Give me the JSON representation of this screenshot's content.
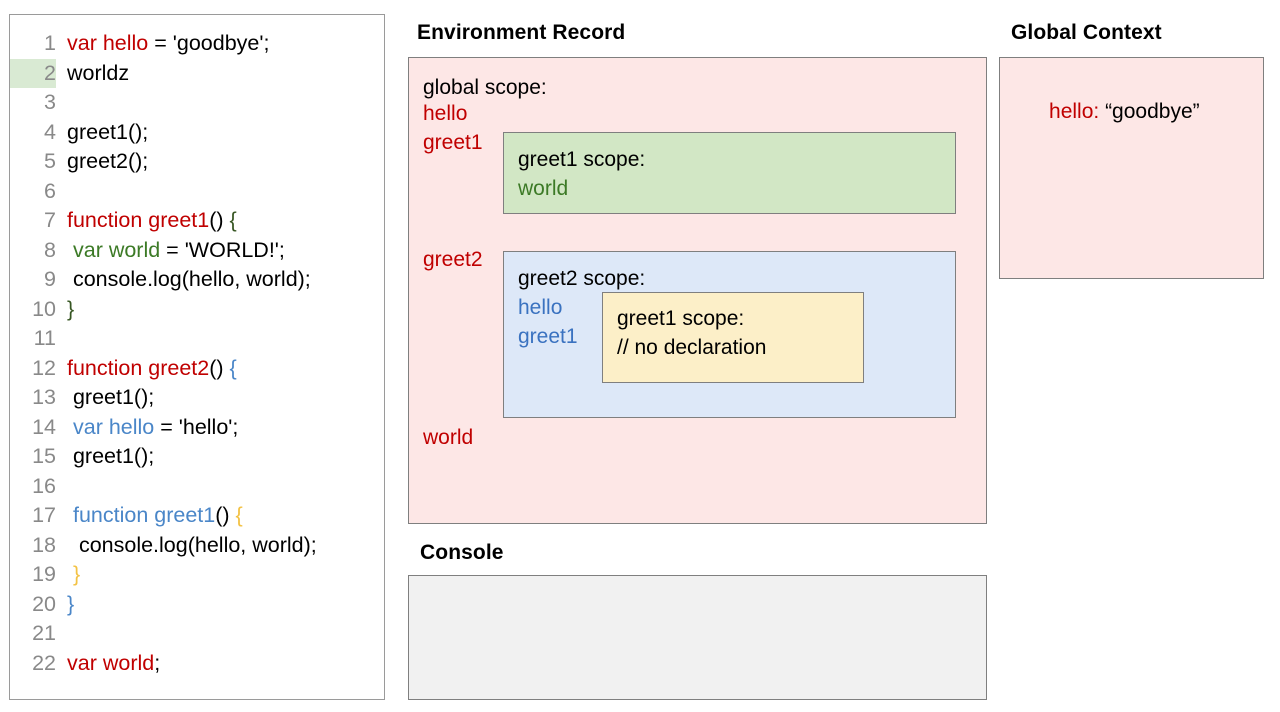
{
  "code_panel": {
    "name": "javascript-source-code",
    "highlighted_line": 2,
    "lines": [
      {
        "num": "1",
        "tokens": [
          {
            "t": "var hello",
            "c": "red"
          },
          {
            "t": " = 'goodbye';",
            "c": "black"
          }
        ]
      },
      {
        "num": "2",
        "tokens": [
          {
            "t": "worldz",
            "c": "black"
          }
        ]
      },
      {
        "num": "3",
        "tokens": [
          {
            "t": "",
            "c": "black"
          }
        ]
      },
      {
        "num": "4",
        "tokens": [
          {
            "t": "greet1();",
            "c": "black"
          }
        ]
      },
      {
        "num": "5",
        "tokens": [
          {
            "t": "greet2();",
            "c": "black"
          }
        ]
      },
      {
        "num": "6",
        "tokens": [
          {
            "t": "",
            "c": "black"
          }
        ]
      },
      {
        "num": "7",
        "tokens": [
          {
            "t": "function greet1",
            "c": "red"
          },
          {
            "t": "() ",
            "c": "black"
          },
          {
            "t": "{",
            "c": "dgreen"
          }
        ]
      },
      {
        "num": "8",
        "tokens": [
          {
            "t": " ",
            "c": "black"
          },
          {
            "t": "var world",
            "c": "green"
          },
          {
            "t": " = 'WORLD!';",
            "c": "black"
          }
        ]
      },
      {
        "num": "9",
        "tokens": [
          {
            "t": " console.log(hello, world);",
            "c": "black"
          }
        ]
      },
      {
        "num": "10",
        "tokens": [
          {
            "t": "}",
            "c": "dgreen"
          }
        ]
      },
      {
        "num": "11",
        "tokens": [
          {
            "t": "",
            "c": "black"
          }
        ]
      },
      {
        "num": "12",
        "tokens": [
          {
            "t": "function greet2",
            "c": "red"
          },
          {
            "t": "() ",
            "c": "black"
          },
          {
            "t": "{",
            "c": "blue"
          }
        ]
      },
      {
        "num": "13",
        "tokens": [
          {
            "t": " greet1();",
            "c": "black"
          }
        ]
      },
      {
        "num": "14",
        "tokens": [
          {
            "t": " ",
            "c": "black"
          },
          {
            "t": "var hello",
            "c": "blue"
          },
          {
            "t": " = 'hello';",
            "c": "black"
          }
        ]
      },
      {
        "num": "15",
        "tokens": [
          {
            "t": " greet1();",
            "c": "black"
          }
        ]
      },
      {
        "num": "16",
        "tokens": [
          {
            "t": "",
            "c": "black"
          }
        ]
      },
      {
        "num": "17",
        "tokens": [
          {
            "t": " ",
            "c": "black"
          },
          {
            "t": "function greet1",
            "c": "blue"
          },
          {
            "t": "() ",
            "c": "black"
          },
          {
            "t": "{",
            "c": "yellow"
          }
        ]
      },
      {
        "num": "18",
        "tokens": [
          {
            "t": "  console.log(hello, world);",
            "c": "black"
          }
        ]
      },
      {
        "num": "19",
        "tokens": [
          {
            "t": " ",
            "c": "black"
          },
          {
            "t": "}",
            "c": "yellow"
          }
        ]
      },
      {
        "num": "20",
        "tokens": [
          {
            "t": "}",
            "c": "blue"
          }
        ]
      },
      {
        "num": "21",
        "tokens": [
          {
            "t": "",
            "c": "black"
          }
        ]
      },
      {
        "num": "22",
        "tokens": [
          {
            "t": "var world",
            "c": "red"
          },
          {
            "t": ";",
            "c": "black"
          }
        ]
      }
    ]
  },
  "environment_record": {
    "title": "Environment Record",
    "global_scope_label": "global scope:",
    "bindings": [
      "hello",
      "greet1",
      "greet2",
      "world"
    ],
    "hello": "hello",
    "greet1": "greet1",
    "greet2": "greet2",
    "world": "world",
    "greet1_scope": {
      "title": "greet1 scope:",
      "bindings": [
        "world"
      ],
      "world": "world"
    },
    "greet2_scope": {
      "title": "greet2 scope:",
      "bindings": [
        "hello",
        "greet1"
      ],
      "hello": "hello",
      "greet1": "greet1",
      "inner_greet1_scope": {
        "title": "greet1 scope:",
        "note": "// no declaration"
      }
    }
  },
  "console": {
    "title": "Console",
    "entries": []
  },
  "global_context": {
    "title": "Global Context",
    "entries": [
      {
        "key": "hello:",
        "value": "“goodbye”"
      }
    ],
    "entry_key": "hello:",
    "entry_value": "“goodbye”"
  },
  "colors": {
    "pink_panel": "#fde7e6",
    "green_scope": "#d2e7c5",
    "blue_scope": "#dde8f8",
    "yellow_scope": "#fcefc8",
    "console_bg": "#f1f1f1",
    "border": "#7f7f7f",
    "token_red": "#c00000",
    "token_green": "#3c7a26",
    "token_blue": "#4a86c8",
    "token_yellow": "#f3c244",
    "line_highlight": "#d9ead3"
  }
}
